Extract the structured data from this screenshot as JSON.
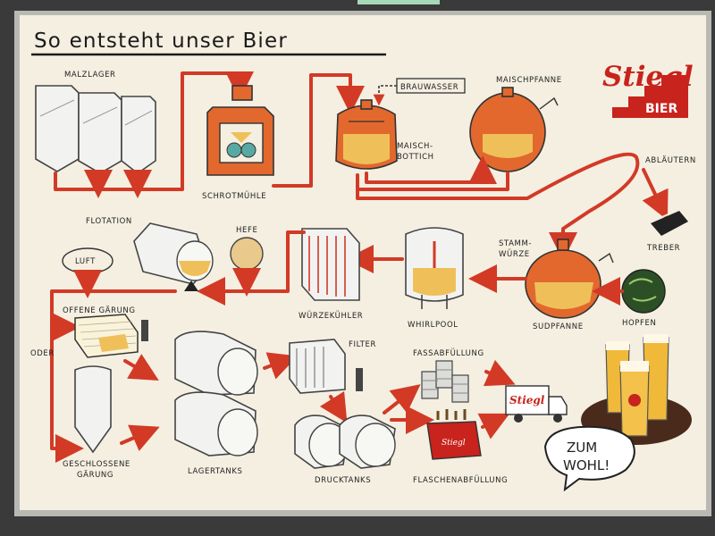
{
  "poster": {
    "title": "So entsteht unser Bier",
    "brand": {
      "logo_text": "Stiegl",
      "sub_text": "BIER",
      "color": "#c8231c"
    },
    "wall_color": "#3a3a3a",
    "board_color": "#f4efe1",
    "arrow_color": "#d23a26"
  },
  "labels": {
    "malzlager": "MALZLAGER",
    "schrotmuehle": "SCHROTMÜHLE",
    "brauwasser": "BRAUWASSER",
    "maischbottich_1": "MAISCH-",
    "maischbottich_2": "BOTTICH",
    "maischpfanne": "MAISCHPFANNE",
    "ablaeutern": "ABLÄUTERN",
    "treber": "TREBER",
    "stammwuerze_1": "STAMM-",
    "stammwuerze_2": "WÜRZE",
    "sudpfanne": "SUDPFANNE",
    "hopfen": "HOPFEN",
    "whirlpool": "WHIRLPOOL",
    "wuerzekuehler": "WÜRZEKÜHLER",
    "flotation": "FLOTATION",
    "hefe": "HEFE",
    "luft": "LUFT",
    "offene_gaerung": "OFFENE GÄRUNG",
    "oder": "ODER",
    "geschlossene_1": "GESCHLOSSENE",
    "geschlossene_2": "GÄRUNG",
    "lagertanks": "LAGERTANKS",
    "filter": "FILTER",
    "drucktanks": "DRUCKTANKS",
    "fassabfuellung": "FASSABFÜLLUNG",
    "flaschenabfuellung": "FLASCHENABFÜLLUNG",
    "zum": "ZUM",
    "wohl": "WOHL!"
  }
}
